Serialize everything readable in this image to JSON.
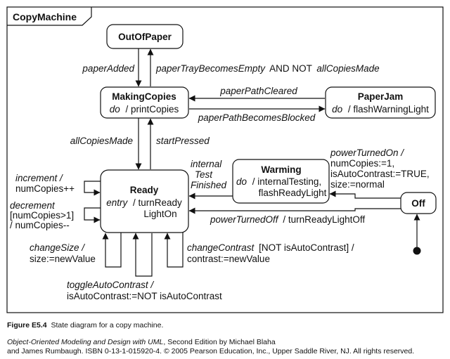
{
  "frame_title": "CopyMachine",
  "states": {
    "out_of_paper": {
      "name": "OutOfPaper"
    },
    "making_copies": {
      "name": "MakingCopies",
      "activity_keyword": "do",
      "activity": "/ printCopies"
    },
    "paper_jam": {
      "name": "PaperJam",
      "activity_keyword": "do",
      "activity": "/ flashWarningLight"
    },
    "ready": {
      "name": "Ready",
      "activity_keyword": "entry",
      "activity_line1": "/ turnReady",
      "activity_line2": "LightOn"
    },
    "warming": {
      "name": "Warming",
      "activity_keyword": "do",
      "activity_line1": "/ internalTesting,",
      "activity_line2": "flashReadyLight"
    },
    "off": {
      "name": "Off"
    }
  },
  "transitions": {
    "paper_added": "paperAdded",
    "paper_tray_event": "paperTrayBecomesEmpty",
    "paper_tray_and_not": "AND NOT",
    "paper_tray_guard": "allCopiesMade",
    "paper_path_cleared": "paperPathCleared",
    "paper_path_blocked": "paperPathBecomesBlocked",
    "all_copies_made": "allCopiesMade",
    "start_pressed": "startPressed",
    "internal_test_finished": [
      "internal",
      "Test",
      "Finished"
    ],
    "power_turned_on_event": "powerTurnedOn /",
    "power_turned_on_effects": [
      "numCopies:=1,",
      "isAutoContrast:=TRUE,",
      "size:=normal"
    ],
    "power_turned_off_event": "powerTurnedOff",
    "power_turned_off_effect": "/ turnReadyLightOff",
    "increment_event": "increment /",
    "increment_effect": "numCopies++",
    "decrement_event": "decrement",
    "decrement_guard": "[numCopies>1]",
    "decrement_effect": "/ numCopies--",
    "change_size_event": "changeSize /",
    "change_size_effect": "size:=newValue",
    "toggle_event": "toggleAutoContrast /",
    "toggle_effect": "isAutoContrast:=NOT isAutoContrast",
    "change_contrast_event": "changeContrast",
    "change_contrast_guard": "[NOT isAutoContrast] /",
    "change_contrast_effect": "contrast:=newValue"
  },
  "caption": {
    "label": "Figure E5.4",
    "text": "State diagram for a copy machine."
  },
  "credit": {
    "book_title": "Object-Oriented Modeling and Design with UML",
    "line1_rest": ", Second Edition by Michael Blaha",
    "line2": "and James Rumbaugh. ISBN 0-13-1-015920-4. © 2005 Pearson Education, Inc., Upper Saddle River, NJ. All rights reserved."
  }
}
